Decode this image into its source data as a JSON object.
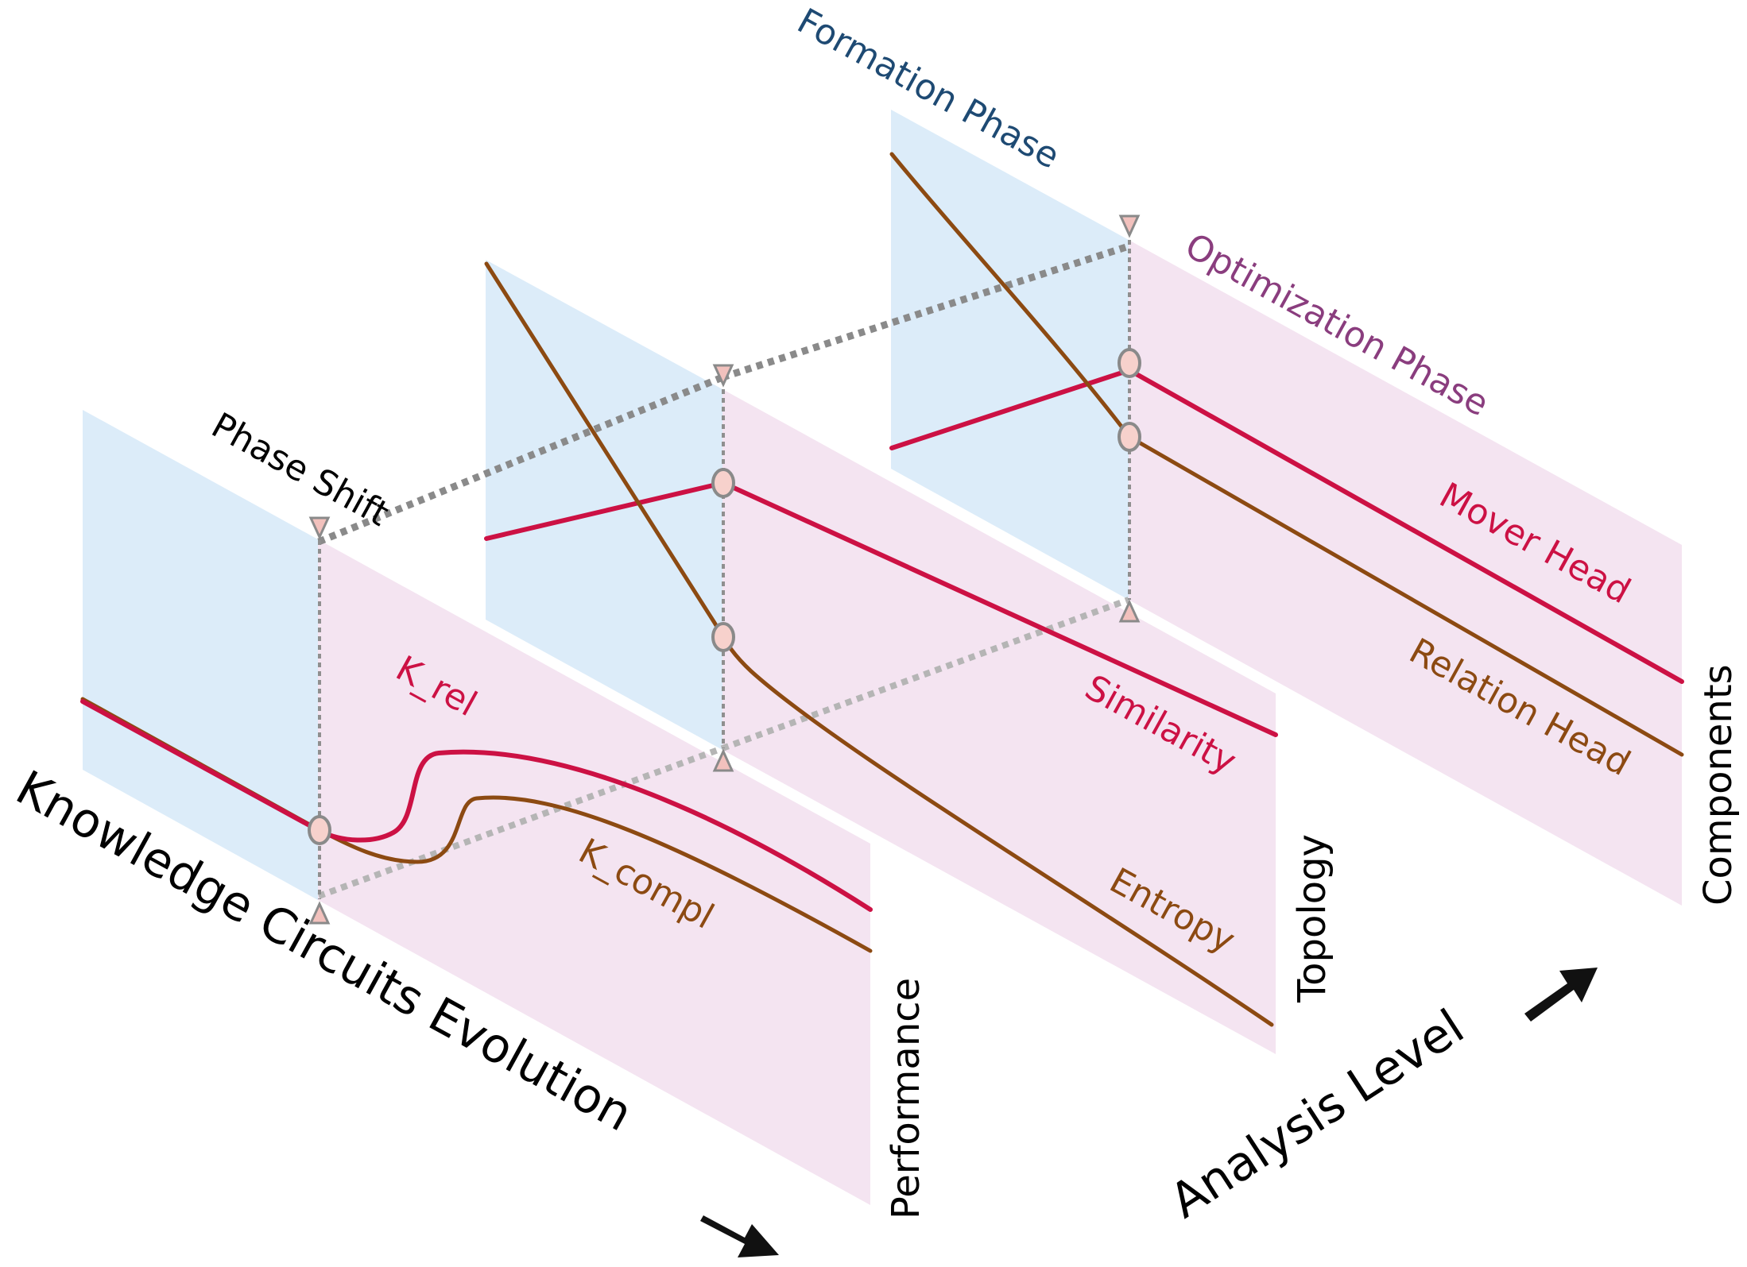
{
  "labels": {
    "phase_shift": "Phase Shift",
    "formation_phase": "Formation Phase",
    "optimization_phase": "Optimization Phase",
    "k_rel": "K_rel",
    "k_compl": "K_compl",
    "similarity": "Similarity",
    "entropy": "Entropy",
    "mover_head": "Mover Head",
    "relation_head": "Relation Head",
    "performance": "Performance",
    "topology": "Topology",
    "components": "Components",
    "knowledge_circuits_evolution": "Knowledge Circuits Evolution",
    "analysis_level": "Analysis Level"
  },
  "colors": {
    "formation_region": "#dcecf9",
    "optimization_region": "#f4e4f1",
    "crimson_series": "#cc1144",
    "brown_series": "#8c4a12",
    "formation_text": "#1e4a73",
    "optimization_text": "#8a3d7e",
    "plain_text": "#000000"
  }
}
